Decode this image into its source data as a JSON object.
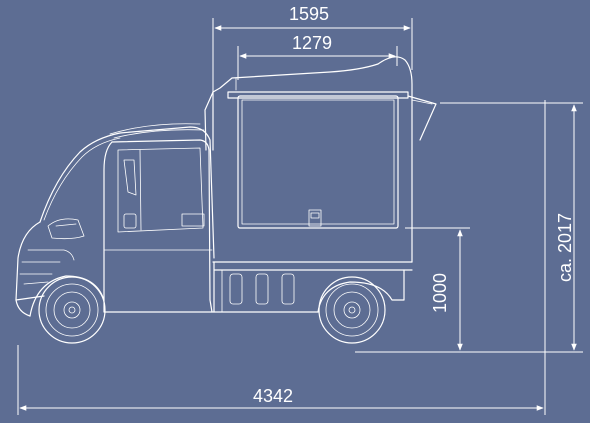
{
  "diagram": {
    "colors": {
      "background": "#5d6d93",
      "lines": "#ffffff"
    },
    "dimensions": {
      "top_outer": "1595",
      "top_inner": "1279",
      "overall_length": "4342",
      "floor_height": "1000",
      "total_height": "ca. 2017"
    }
  }
}
